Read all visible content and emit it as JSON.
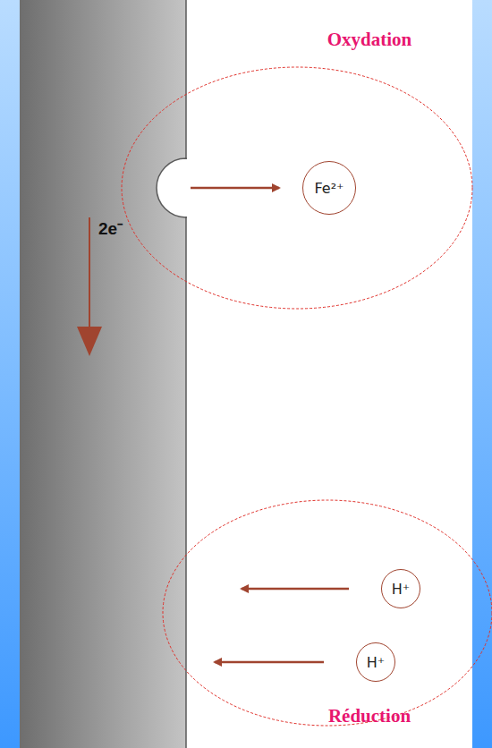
{
  "diagram": {
    "nodes": [
      {
        "text": [
          "Fe²⁺"
        ]
      },
      {
        "text": [
          "H⁺"
        ]
      },
      {
        "text": [
          "H⁺"
        ]
      }
    ],
    "labels": [
      "Oxydation",
      "2e⁻",
      "Réduction"
    ]
  }
}
